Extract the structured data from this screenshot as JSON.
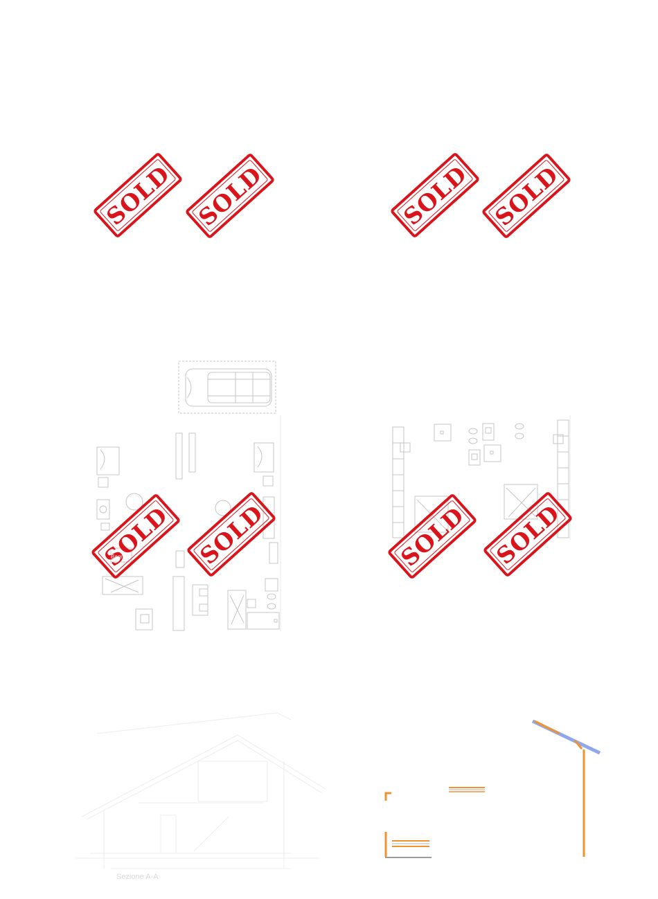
{
  "stamp_text": "SOLD",
  "section_caption": "Sezione A-A",
  "room_label_1": "Bagno",
  "colors": {
    "stamp_red": "#d9141b",
    "drawing_line": "#c4c4c4",
    "faint_line": "#ededed",
    "orange": "#f0922f",
    "blue": "#8fa8ea"
  }
}
